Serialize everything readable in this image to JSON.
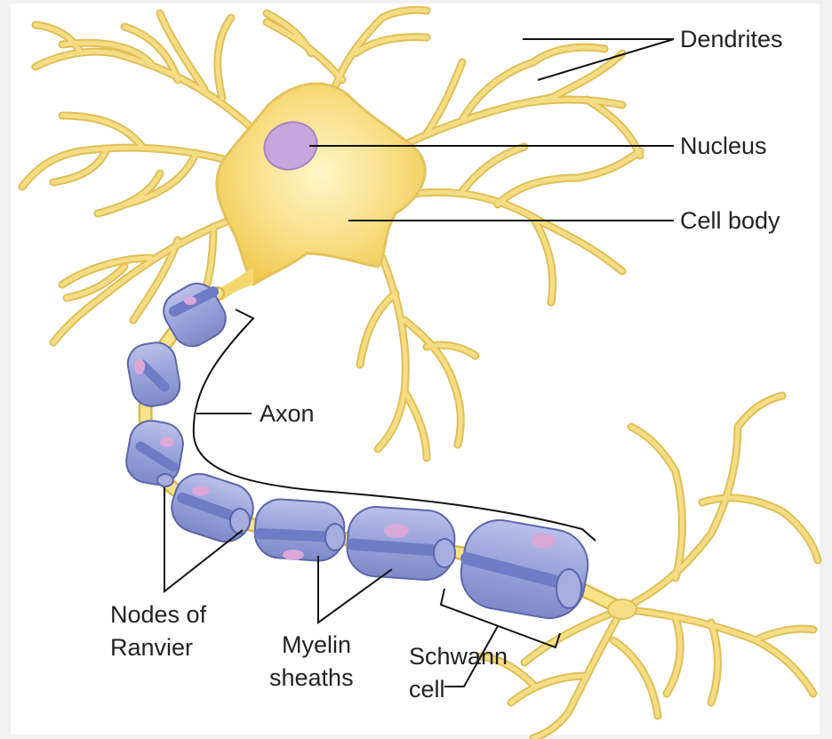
{
  "labels": {
    "dendrites": "Dendrites",
    "nucleus": "Nucleus",
    "cell_body": "Cell body",
    "axon": "Axon",
    "nodes_line1": "Nodes of",
    "nodes_line2": "Ranvier",
    "myelin_line1": "Myelin",
    "myelin_line2": "sheaths",
    "schwann_line1": "Schwann",
    "schwann_line2": "cell"
  },
  "colors": {
    "background": "#f1f1f1",
    "panel": "#ffffff",
    "neuron_fill": "#f5dd86",
    "neuron_edge": "#dfbf55",
    "nucleus_fill": "#c9a6d9",
    "myelin_fill": "#9aa3d8",
    "myelin_band": "#6f7bc4",
    "myelin_spot": "#d9a7d8"
  }
}
